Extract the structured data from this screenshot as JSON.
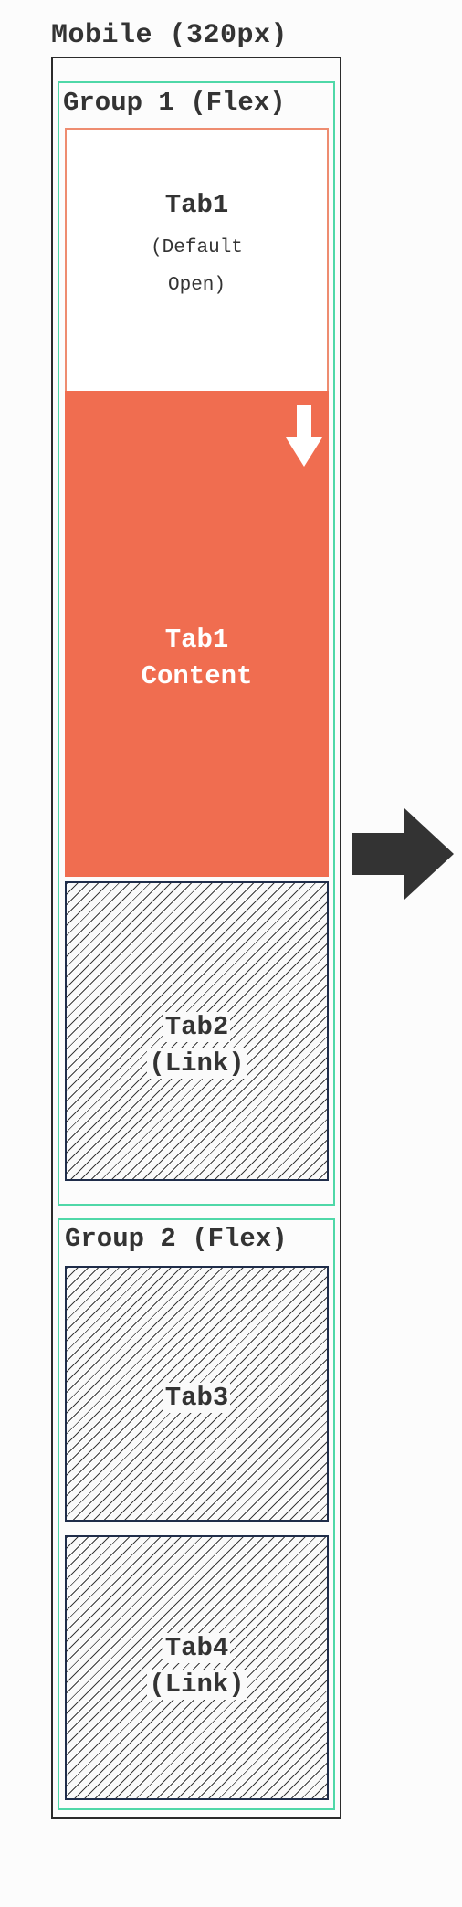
{
  "title": "Mobile (320px)",
  "groups": [
    {
      "label": "Group 1 (Flex)",
      "tabs": [
        {
          "lines": [
            "Tab1",
            "(Default",
            "Open)"
          ],
          "state": "open"
        },
        {
          "lines": [
            "Tab1",
            "Content"
          ],
          "role": "content"
        },
        {
          "lines": [
            "Tab2",
            "(Link)"
          ],
          "state": "link"
        }
      ]
    },
    {
      "label": "Group 2 (Flex)",
      "tabs": [
        {
          "lines": [
            "Tab3"
          ]
        },
        {
          "lines": [
            "Tab4",
            "(Link)"
          ],
          "state": "link"
        }
      ]
    }
  ],
  "icons": {
    "expand": "down-arrow-icon",
    "next": "right-arrow-icon"
  },
  "colors": {
    "active_tab": "#f06d50",
    "group_border": "#4fd8a8",
    "tab_border": "#1f2d4a",
    "text": "#333333"
  }
}
